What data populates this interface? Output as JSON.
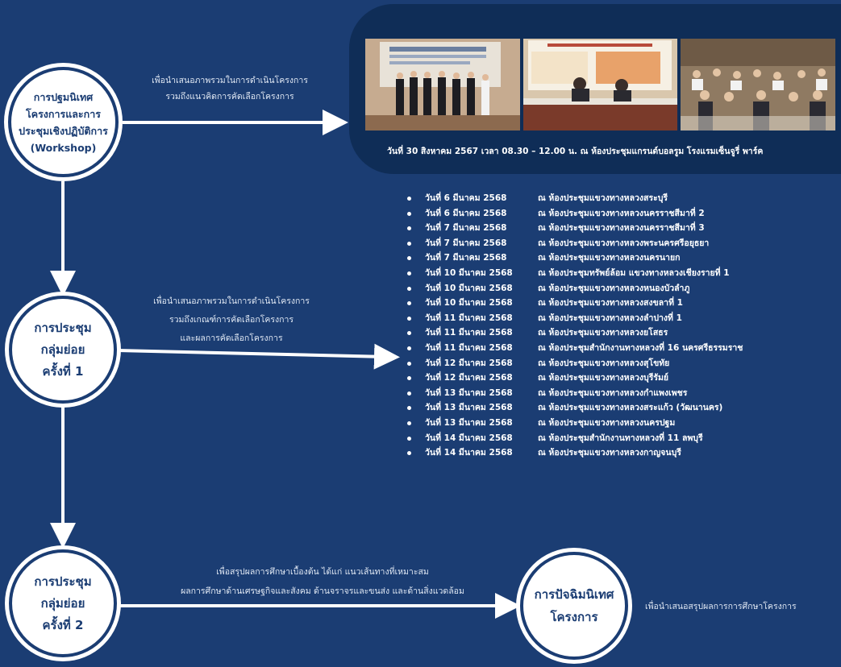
{
  "nodes": {
    "orientation": "การปฐมนิเทศ\nโครงการและการ\nประชุมเชิงปฏิบัติการ\n(Workshop)",
    "group1": "การประชุม\nกลุ่มย่อย\nครั้งที่ 1",
    "group2": "การประชุม\nกลุ่มย่อย\nครั้งที่ 2",
    "closing": "การปัจฉิมนิเทศ\nโครงการ"
  },
  "notes": {
    "orientation_line1": "เพื่อนำเสนอภาพรวมในการดำเนินโครงการ",
    "orientation_line2": "รวมถึงแนวคิดการคัดเลือกโครงการ",
    "group1_line1": "เพื่อนำเสนอภาพรวมในการดำเนินโครงการ",
    "group1_line2": "รวมถึงเกณฑ์การคัดเลือกโครงการ",
    "group1_line3": "และผลการคัดเลือกโครงการ",
    "group2_line1": "เพื่อสรุปผลการศึกษาเบื้องต้น ได้แก่ แนวเส้นทางที่เหมาะสม",
    "group2_line2": "ผลการศึกษาด้านเศรษฐกิจและสังคม ด้านจราจรและขนส่ง และด้านสิ่งแวดล้อม",
    "closing_line1": "เพื่อนำเสนอสรุปผลการการศึกษาโครงการ"
  },
  "workshop_caption": "วันที่ 30 สิงหาคม 2567 เวลา 08.30 – 12.00 น. ณ ห้องประชุมแกรนด์บอลรูม โรงแรมเซ็นจูรี่ พาร์ค",
  "schedule": [
    {
      "date": "วันที่ 6 มีนาคม 2568",
      "place": "ณ ห้องประชุมแขวงทางหลวงสระบุรี"
    },
    {
      "date": "วันที่ 6 มีนาคม 2568",
      "place": "ณ ห้องประชุมแขวงทางหลวงนครราชสีมาที่ 2"
    },
    {
      "date": "วันที่ 7 มีนาคม 2568",
      "place": "ณ ห้องประชุมแขวงทางหลวงนครราชสีมาที่ 3"
    },
    {
      "date": "วันที่ 7 มีนาคม 2568",
      "place": "ณ ห้องประชุมแขวงทางหลวงพระนครศรีอยุธยา"
    },
    {
      "date": "วันที่ 7 มีนาคม 2568",
      "place": "ณ ห้องประชุมแขวงทางหลวงนครนายก"
    },
    {
      "date": "วันที่ 10 มีนาคม 2568",
      "place": "ณ ห้องประชุมทรัพย์ล้อม แขวงทางหลวงเชียงรายที่ 1"
    },
    {
      "date": "วันที่ 10 มีนาคม 2568",
      "place": "ณ ห้องประชุมแขวงทางหลวงหนองบัวลำภู"
    },
    {
      "date": "วันที่ 10 มีนาคม 2568",
      "place": "ณ ห้องประชุมแขวงทางหลวงสงขลาที่ 1"
    },
    {
      "date": "วันที่ 11 มีนาคม 2568",
      "place": "ณ ห้องประชุมแขวงทางหลวงลำปางที่ 1"
    },
    {
      "date": "วันที่ 11 มีนาคม 2568",
      "place": "ณ ห้องประชุมแขวงทางหลวงยโสธร"
    },
    {
      "date": "วันที่ 11 มีนาคม 2568",
      "place": "ณ ห้องประชุมสำนักงานทางหลวงที่ 16 นครศรีธรรมราช"
    },
    {
      "date": "วันที่ 12 มีนาคม 2568",
      "place": "ณ ห้องประชุมแขวงทางหลวงสุโขทัย"
    },
    {
      "date": "วันที่ 12 มีนาคม 2568",
      "place": "ณ ห้องประชุมแขวงทางหลวงบุรีรัมย์"
    },
    {
      "date": "วันที่ 13 มีนาคม 2568",
      "place": "ณ ห้องประชุมแขวงทางหลวงกำแพงเพชร"
    },
    {
      "date": "วันที่ 13 มีนาคม 2568",
      "place": "ณ ห้องประชุมแขวงทางหลวงสระแก้ว (วัฒนานคร)"
    },
    {
      "date": "วันที่ 13 มีนาคม 2568",
      "place": "ณ ห้องประชุมแขวงทางหลวงนครปฐม"
    },
    {
      "date": "วันที่ 14 มีนาคม 2568",
      "place": "ณ ห้องประชุมสำนักงานทางหลวงที่ 11 ลพบุรี"
    },
    {
      "date": "วันที่ 14 มีนาคม 2568",
      "place": "ณ ห้องประชุมแขวงทางหลวงกาญจนบุรี"
    }
  ],
  "colors": {
    "background": "#1b3d73",
    "panel": "#0f2d57",
    "accent": "#ffffff"
  }
}
